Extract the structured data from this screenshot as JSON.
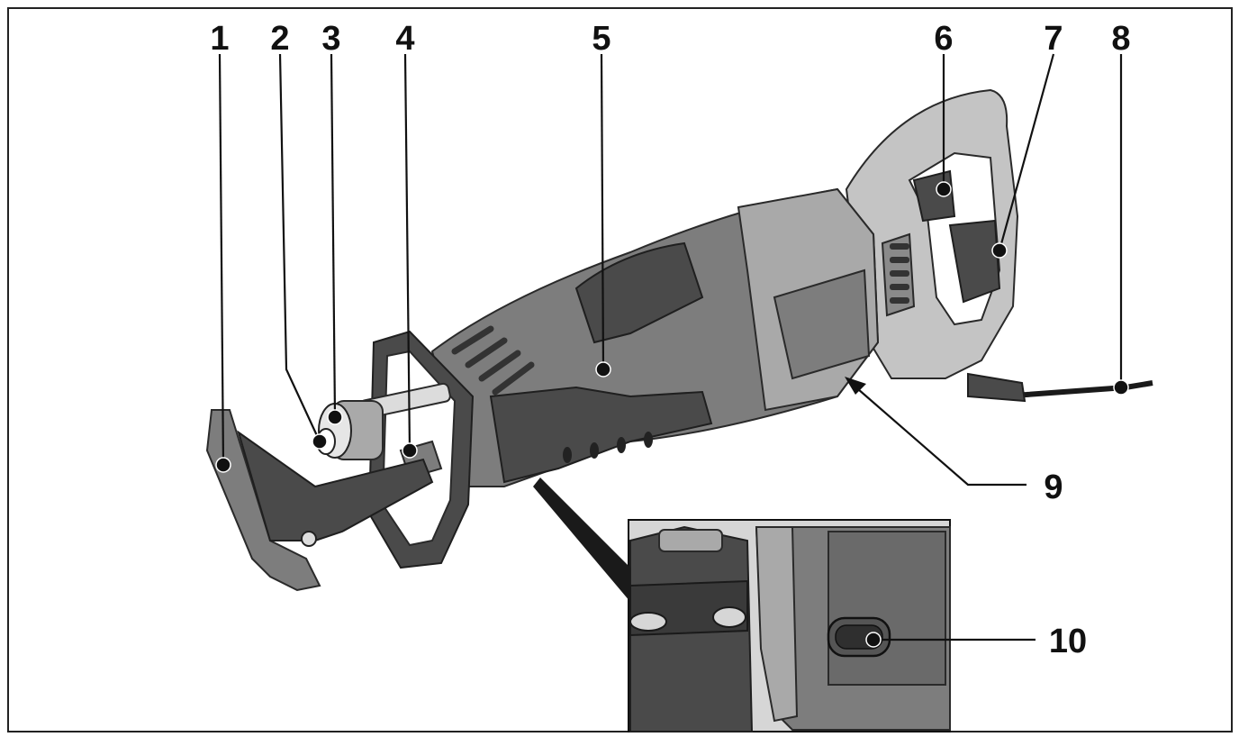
{
  "callouts": [
    {
      "id": "1",
      "label": "1"
    },
    {
      "id": "2",
      "label": "2"
    },
    {
      "id": "3",
      "label": "3"
    },
    {
      "id": "4",
      "label": "4"
    },
    {
      "id": "5",
      "label": "5"
    },
    {
      "id": "6",
      "label": "6"
    },
    {
      "id": "7",
      "label": "7"
    },
    {
      "id": "8",
      "label": "8"
    },
    {
      "id": "9",
      "label": "9"
    },
    {
      "id": "10",
      "label": "10"
    }
  ],
  "colors": {
    "background": "#ffffff",
    "line": "#111111",
    "tool_dark": "#4a4a4a",
    "tool_mid": "#7d7d7d",
    "tool_light": "#a9a9a9"
  },
  "illustration": "reciprocating-saw",
  "inset": "detail-view-switch"
}
